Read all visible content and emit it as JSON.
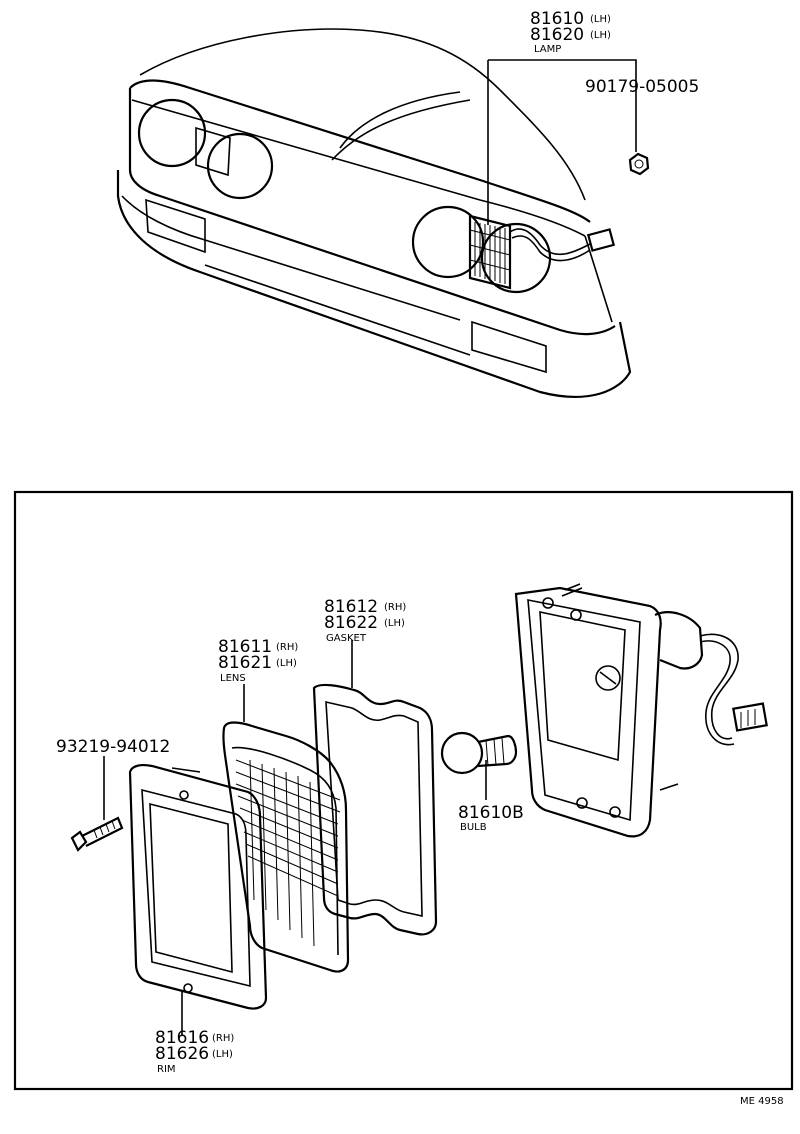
{
  "top_lamp": {
    "part1": {
      "num": "81610",
      "side": "(LH)"
    },
    "part2": {
      "num": "81620",
      "side": "(LH)"
    },
    "name": "LAMP",
    "nut": "90179-05005"
  },
  "exploded": {
    "gasket": {
      "num1": "81612",
      "side1": "(RH)",
      "num2": "81622",
      "side2": "(LH)",
      "name": "GASKET"
    },
    "lens": {
      "num1": "81611",
      "side1": "(RH)",
      "num2": "81621",
      "side2": "(LH)",
      "name": "LENS"
    },
    "screw": "93219-94012",
    "bulb": {
      "num": "81610B",
      "name": "BULB"
    },
    "rim": {
      "num1": "81616",
      "side1": "(RH)",
      "num2": "81626",
      "side2": "(LH)",
      "name": "RIM"
    }
  },
  "footer_code": "ME 4958"
}
